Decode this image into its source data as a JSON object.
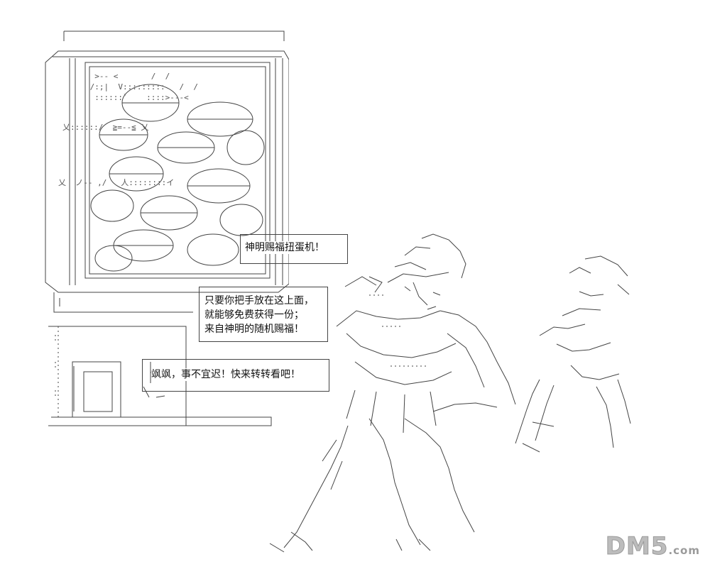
{
  "bubbles": {
    "title": {
      "line1": "神明赐福扭蛋机！"
    },
    "instructions": {
      "line1": "只要你把手放在这上面，",
      "line2": "就能够免费获得一份；",
      "line3": "来自神明的随机赐福！"
    },
    "urge": {
      "line1": "飒飒，事不宜迟！快来转转看吧！"
    }
  },
  "watermark": {
    "brand": "DM5",
    "suffix": ".com"
  }
}
